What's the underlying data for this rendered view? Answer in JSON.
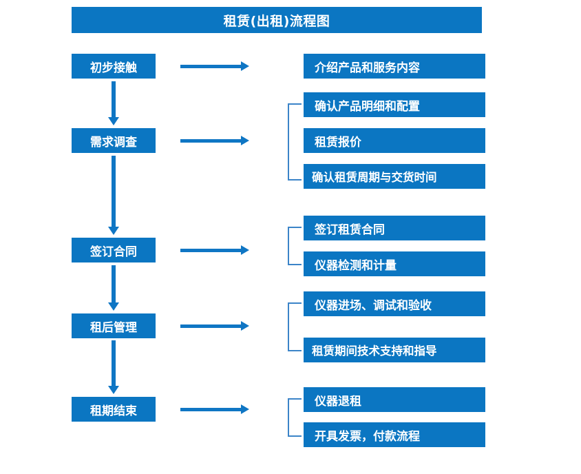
{
  "title": "租赁(出租)流程图",
  "accent_color": "#0B76C2",
  "arrow_color": "#0F76C4",
  "bracket_color": "#3B84C8",
  "text_color": "#FFFFFF",
  "background_color": "#FFFFFF",
  "stages": [
    {
      "label": "初步接触"
    },
    {
      "label": "需求调查"
    },
    {
      "label": "签订合同"
    },
    {
      "label": "租后管理"
    },
    {
      "label": "租期结束"
    }
  ],
  "details": [
    {
      "label": "介绍产品和服务内容"
    },
    {
      "label": "确认产品明细和配置"
    },
    {
      "label": "租赁报价"
    },
    {
      "label": "确认租赁周期与交货时间"
    },
    {
      "label": "签订租赁合同"
    },
    {
      "label": "仪器检测和计量"
    },
    {
      "label": "仪器进场、调试和验收"
    },
    {
      "label": "租赁期间技术支持和指导"
    },
    {
      "label": "仪器退租"
    },
    {
      "label": "开具发票，付款流程"
    }
  ],
  "groups": [
    {
      "stage": "初步接触",
      "details": [
        "介绍产品和服务内容"
      ],
      "bracketed": false
    },
    {
      "stage": "需求调查",
      "details": [
        "确认产品明细和配置",
        "租赁报价",
        "确认租赁周期与交货时间"
      ],
      "bracketed": true
    },
    {
      "stage": "签订合同",
      "details": [
        "签订租赁合同",
        "仪器检测和计量"
      ],
      "bracketed": true
    },
    {
      "stage": "租后管理",
      "details": [
        "仪器进场、调试和验收",
        "租赁期间技术支持和指导"
      ],
      "bracketed": true
    },
    {
      "stage": "租期结束",
      "details": [
        "仪器退租",
        "开具发票，付款流程"
      ],
      "bracketed": true
    }
  ],
  "connectors": {
    "horizontal_arrow_count": 5,
    "vertical_arrow_count": 4,
    "bracket_count": 4
  }
}
